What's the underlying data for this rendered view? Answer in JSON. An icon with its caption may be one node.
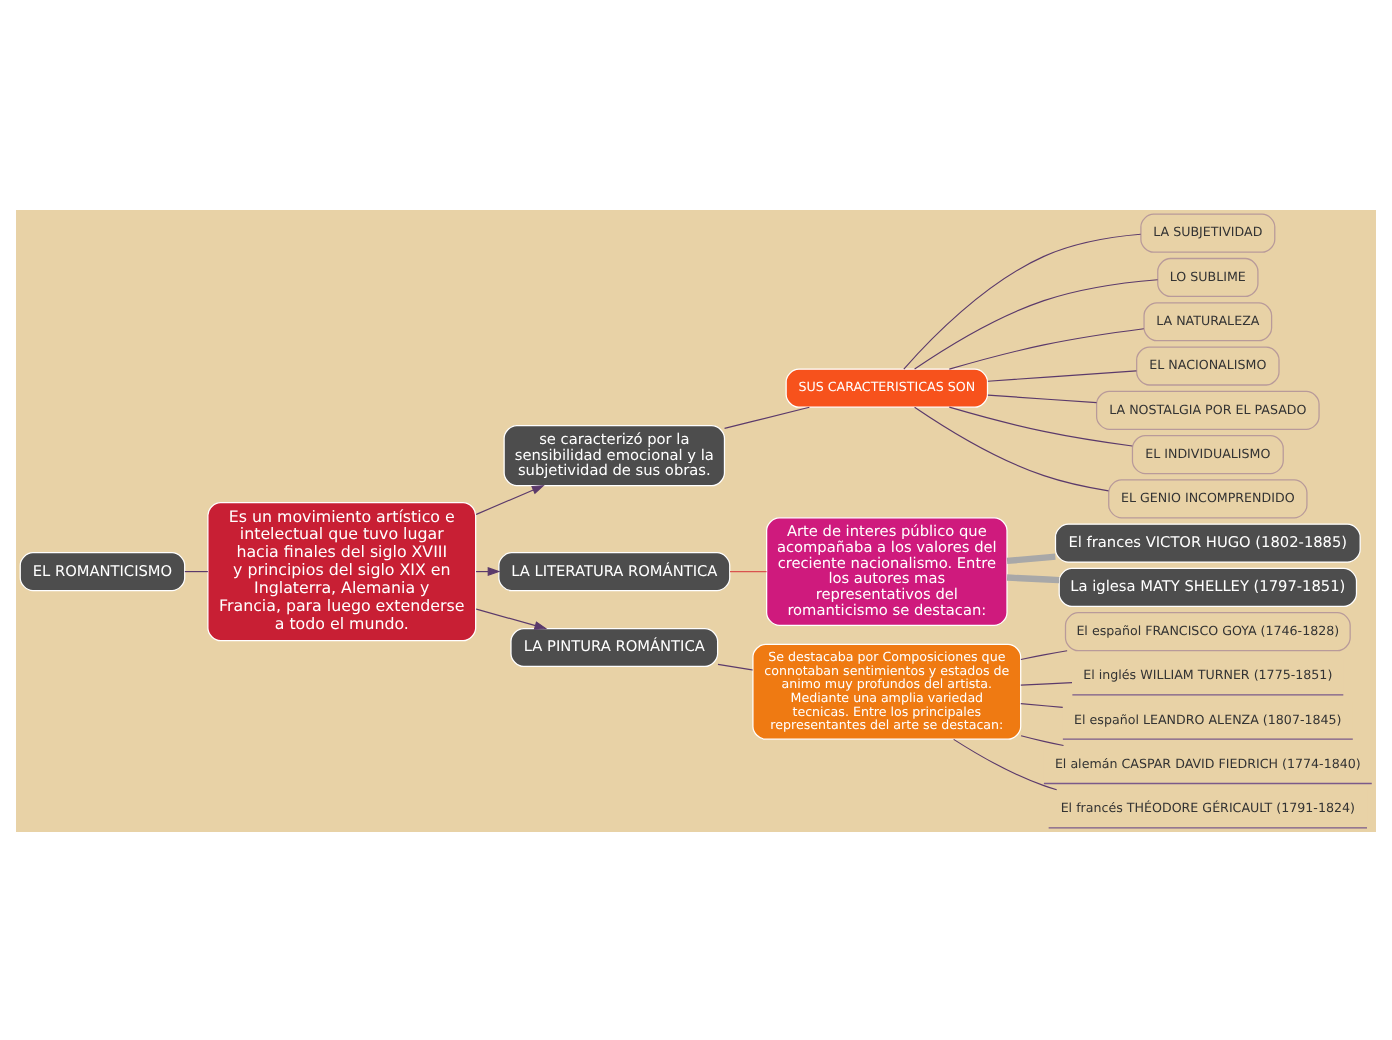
{
  "diagram": {
    "nodes": [
      {
        "text": [
          "EL ROMANTICISMO"
        ]
      },
      {
        "text": [
          "Es un movimiento artístico e intelectual que tuvo lugar hacia finales del siglo XVIII y principios del siglo XIX en Inglaterra, Alemania y Francia, para luego extenderse a todo el mundo."
        ]
      },
      {
        "text": [
          "se caracterizó por la sensibilidad emocional y la subjetividad de sus obras."
        ]
      },
      {
        "text": [
          "LA LITERATURA ROMÁNTICA"
        ]
      },
      {
        "text": [
          "LA PINTURA ROMÁNTICA"
        ]
      },
      {
        "text": [
          "SUS CARACTERISTICAS SON"
        ]
      },
      {
        "text": [
          "LA SUBJETIVIDAD"
        ]
      },
      {
        "text": [
          "LO SUBLIME"
        ]
      },
      {
        "text": [
          "LA NATURALEZA"
        ]
      },
      {
        "text": [
          "EL NACIONALISMO"
        ]
      },
      {
        "text": [
          "LA NOSTALGIA POR EL PASADO"
        ]
      },
      {
        "text": [
          "EL INDIVIDUALISMO"
        ]
      },
      {
        "text": [
          "EL GENIO INCOMPRENDIDO"
        ]
      },
      {
        "text": [
          "Se destacaba por Composiciones que connotaban sentimientos y estados de animo muy profundos del artista. Mediante una amplia variedad tecnicas. Entre los principales representantes del arte se destacan:"
        ]
      },
      {
        "text": [
          "El español FRANCISCO GOYA (1746-1828)"
        ]
      },
      {
        "text": [
          "El inglés WILLIAM TURNER (1775-1851)"
        ]
      },
      {
        "text": [
          "El español LEANDRO ALENZA (1807-1845)"
        ]
      },
      {
        "text": [
          "El alemán CASPAR DAVID FIEDRICH (1774-1840)"
        ]
      },
      {
        "text": [
          "El francés THÉODORE GÉRICAULT (1791-1824)"
        ]
      },
      {
        "text": [
          "Arte de interes público que acompañaba a los valores del creciente nacionalismo. Entre los autores mas representativos del romanticismo se destacan:"
        ]
      },
      {
        "text": [
          "El frances VICTOR HUGO (1802-1885)"
        ]
      },
      {
        "text": [
          "La iglesa MATY SHELLEY (1797-1851)"
        ]
      }
    ],
    "edges": [
      {
        "from": 0,
        "to": 1,
        "arrow": "none"
      },
      {
        "from": 1,
        "to": 2,
        "arrow": "to"
      },
      {
        "from": 1,
        "to": 3,
        "arrow": "to"
      },
      {
        "from": 1,
        "to": 4,
        "arrow": "to"
      },
      {
        "from": 2,
        "to": 5,
        "arrow": "none"
      },
      {
        "from": 5,
        "to": 6,
        "arrow": "none"
      },
      {
        "from": 5,
        "to": 7,
        "arrow": "none"
      },
      {
        "from": 5,
        "to": 8,
        "arrow": "none"
      },
      {
        "from": 5,
        "to": 9,
        "arrow": "none"
      },
      {
        "from": 5,
        "to": 10,
        "arrow": "none"
      },
      {
        "from": 5,
        "to": 11,
        "arrow": "none"
      },
      {
        "from": 5,
        "to": 12,
        "arrow": "none"
      },
      {
        "from": 4,
        "to": 13,
        "arrow": "none"
      },
      {
        "from": 13,
        "to": 14,
        "arrow": "none"
      },
      {
        "from": 13,
        "to": 15,
        "arrow": "none"
      },
      {
        "from": 13,
        "to": 16,
        "arrow": "none"
      },
      {
        "from": 13,
        "to": 17,
        "arrow": "none"
      },
      {
        "from": 13,
        "to": 18,
        "arrow": "none"
      },
      {
        "from": 3,
        "to": 19,
        "arrow": "none",
        "color": "#d9534f"
      },
      {
        "from": 19,
        "to": 20,
        "arrow": "none",
        "style": "thick",
        "color": "#a8a8a8"
      },
      {
        "from": 19,
        "to": 21,
        "arrow": "none",
        "style": "thick",
        "color": "#a8a8a8"
      }
    ]
  }
}
